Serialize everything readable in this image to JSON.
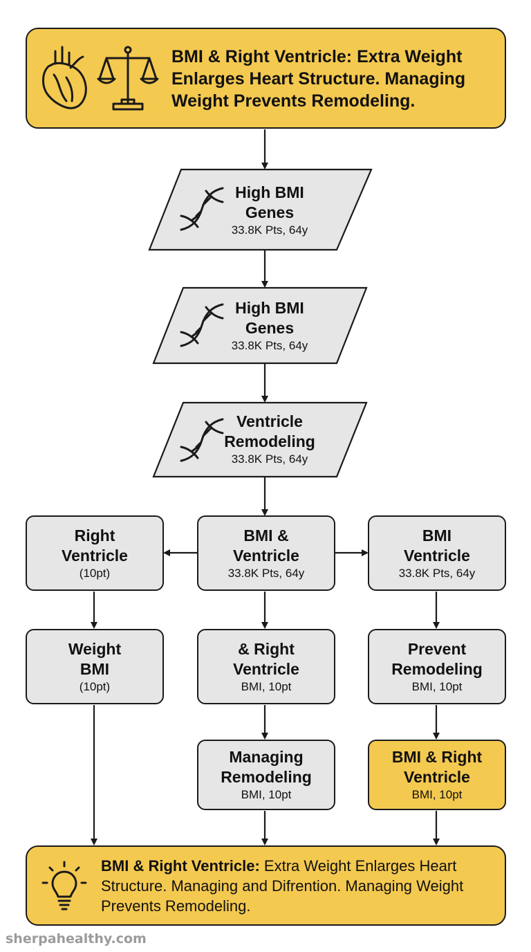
{
  "header": {
    "title": "BMI & Right Ventricle: Extra Weight Enlarges Heart Structure. Managing Weight Prevents Remodeling.",
    "icons": [
      "heart-icon",
      "scales-icon"
    ]
  },
  "flow_nodes": [
    {
      "title_line1": "High BMI",
      "title_line2": "Genes",
      "sub": "33.8K Pts, 64y",
      "icon": "dna-icon"
    },
    {
      "title_line1": "High BMI",
      "title_line2": "Genes",
      "sub": "33.8K Pts, 64y",
      "icon": "dna-icon"
    },
    {
      "title_line1": "Ventricle",
      "title_line2": "Remodeling",
      "sub": "33.8K Pts, 64y",
      "icon": "dna-icon"
    }
  ],
  "branch": {
    "center": {
      "title_line1": "BMI &",
      "title_line2": "Ventricle",
      "sub": "33.8K Pts, 64y"
    },
    "left": {
      "title_line1": "Right",
      "title_line2": "Ventricle",
      "sub": "(10pt)"
    },
    "right": {
      "title_line1": "BMI",
      "title_line2": "Ventricle",
      "sub": "33.8K Pts, 64y"
    }
  },
  "columns": {
    "left": [
      {
        "title_line1": "Weight",
        "title_line2": "BMI",
        "sub": "(10pt)"
      }
    ],
    "center": [
      {
        "title_line1": "& Right",
        "title_line2": "Ventricle",
        "sub": "BMI, 10pt"
      },
      {
        "title_line1": "Managing",
        "title_line2": "Remodeling",
        "sub": "BMI, 10pt"
      }
    ],
    "right": [
      {
        "title_line1": "Prevent",
        "title_line2": "Remodeling",
        "sub": "BMI, 10pt"
      },
      {
        "title_line1": "BMI & Right",
        "title_line2": "Ventricle",
        "sub": "BMI, 10pt",
        "highlight": true
      }
    ]
  },
  "footer": {
    "bold_prefix": "BMI & Right Ventricle:",
    "text": "Extra Weight Enlarges Heart Structure. Managing and Difrention. Managing Weight Prevents Remodeling.",
    "icon": "lightbulb-icon"
  },
  "watermark": "sherpahealthy.com",
  "colors": {
    "accent_yellow": "#f4c950",
    "box_gray": "#e6e6e6",
    "outline": "#1a1a1a",
    "watermark_gray": "#9b9b9b"
  }
}
